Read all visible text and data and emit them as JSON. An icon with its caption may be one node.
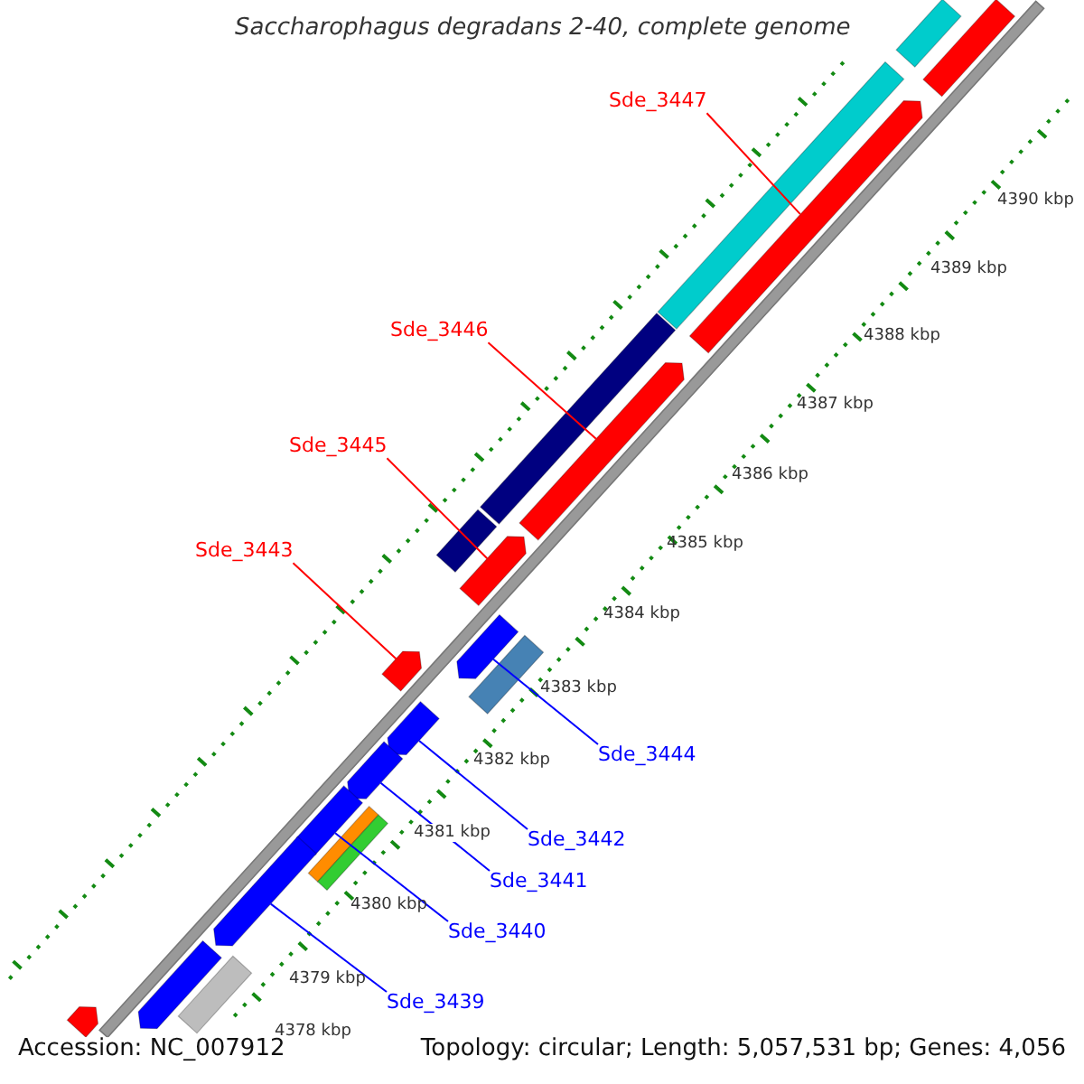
{
  "diagram": {
    "title": "Saccharophagus degradans 2-40, complete genome",
    "nodes": [
      {
        "text": [
          "Sde_3447"
        ]
      },
      {
        "text": [
          "Sde_3446"
        ]
      },
      {
        "text": [
          "Sde_3445"
        ]
      },
      {
        "text": [
          "Sde_3443"
        ]
      },
      {
        "text": [
          "Sde_3444"
        ]
      },
      {
        "text": [
          "Sde_3442"
        ]
      },
      {
        "text": [
          "Sde_3441"
        ]
      },
      {
        "text": [
          "Sde_3440"
        ]
      },
      {
        "text": [
          "Sde_3439"
        ]
      },
      {
        "text": [],
        "shape": "bar"
      },
      {
        "text": [],
        "shape": "bar"
      },
      {
        "text": [],
        "shape": "bar"
      },
      {
        "text": [],
        "shape": "bar"
      },
      {
        "text": [],
        "shape": "bar"
      },
      {
        "text": [],
        "shape": "bar"
      },
      {
        "text": [],
        "shape": "bar"
      },
      {
        "text": [],
        "shape": "bar"
      },
      {
        "text": [],
        "shape": "bar"
      },
      {
        "text": [],
        "shape": "bar"
      },
      {
        "text": [],
        "shape": "bar"
      },
      {
        "text": [],
        "shape": "bar"
      },
      {
        "text": [],
        "shape": "bar"
      },
      {
        "text": [],
        "shape": "bar"
      },
      {
        "text": [],
        "shape": "bar"
      },
      {
        "text": [],
        "shape": "bar"
      },
      {
        "text": [],
        "shape": "bar"
      },
      {
        "text": [],
        "shape": "bar"
      },
      {
        "text": [],
        "shape": "bar"
      },
      {
        "text": [],
        "shape": "bar"
      }
    ],
    "edges": [
      {
        "from": 0,
        "to": 12,
        "arrow": "none",
        "color": "#ff0000"
      },
      {
        "from": 1,
        "to": 14,
        "arrow": "none",
        "color": "#ff0000"
      },
      {
        "from": 2,
        "to": 16,
        "arrow": "none",
        "color": "#ff0000"
      },
      {
        "from": 3,
        "to": 19,
        "arrow": "none",
        "color": "#ff0000"
      },
      {
        "from": 4,
        "to": 17,
        "arrow": "none"
      },
      {
        "from": 5,
        "to": 20,
        "arrow": "none"
      },
      {
        "from": 6,
        "to": 21,
        "arrow": "none"
      },
      {
        "from": 7,
        "to": 22,
        "arrow": "none"
      },
      {
        "from": 8,
        "to": 25,
        "arrow": "none"
      }
    ],
    "labels": [
      "4390 kbp",
      "4389 kbp",
      "4388 kbp",
      "4387 kbp",
      "4386 kbp",
      "4385 kbp",
      "4384 kbp",
      "4383 kbp",
      "4382 kbp",
      "4381 kbp",
      "4380 kbp",
      "4379 kbp",
      "4378 kbp",
      "Accession: NC_007912",
      "Topology: circular; Length: 5,057,531 bp; Genes: 4,056"
    ]
  }
}
